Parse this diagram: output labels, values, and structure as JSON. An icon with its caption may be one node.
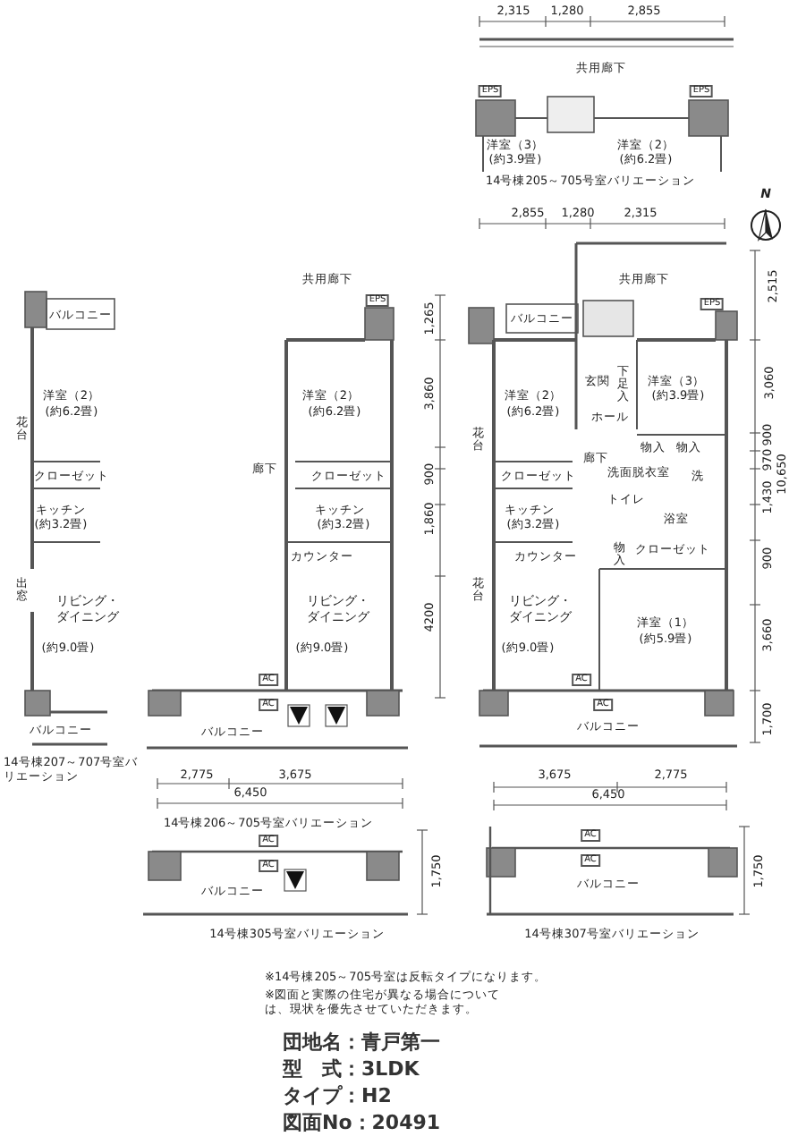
{
  "diagram": {
    "labels": [
      "2,315",
      "1,280",
      "2,855",
      "共用廊下",
      "EPS",
      "EPS",
      "洋室（3）",
      "(約3.9畳)",
      "洋室（2）",
      "(約6.2畳)",
      "14号棟205～705号室バリエーション",
      "N",
      "2,855",
      "1,280",
      "2,315",
      "バルコニー",
      "共用廊下",
      "共用廊下",
      "2,515",
      "1,265",
      "EPS",
      "バルコニー",
      "EPS",
      "洋室（2）",
      "(約6.2畳)",
      "洋室（2）",
      "(約6.2畳)",
      "3,860",
      "洋室（2）",
      "(約6.2畳)",
      "玄関",
      "下足入",
      "洋室（3）",
      "(約3.9畳)",
      "3,060",
      "花台",
      "ホール",
      "花台",
      "物入",
      "物入",
      "900",
      "970",
      "10,650",
      "廊下",
      "廊下",
      "クローゼット",
      "クローゼット",
      "900",
      "クローゼット",
      "洗面脱衣室",
      "洗",
      "1,430",
      "トイレ",
      "キッチン",
      "(約3.2畳)",
      "キッチン",
      "(約3.2畳)",
      "1,860",
      "キッチン",
      "(約3.2畳)",
      "浴室",
      "カウンター",
      "カウンター",
      "物入",
      "クローゼット",
      "900",
      "出窓",
      "花台",
      "リビング・ダイニング",
      "(約9.0畳)",
      "リビング・ダイニング",
      "(約9.0畳)",
      "4200",
      "リビング・ダイニング",
      "(約9.0畳)",
      "洋室（1）",
      "(約5.9畳)",
      "3,660",
      "AC",
      "AC",
      "AC",
      "AC",
      "バルコニー",
      "バルコニー",
      "バルコニー",
      "1,700",
      "14号棟207～707号室バリエーション",
      "2,775",
      "3,675",
      "3,675",
      "2,775",
      "6,450",
      "6,450",
      "14号棟206～705号室バリエーション",
      "AC",
      "AC",
      "AC",
      "AC",
      "バルコニー",
      "バルコニー",
      "1,750",
      "1,750",
      "14号棟305号室バリエーション",
      "14号棟307号室バリエーション",
      "※14号棟205～705号室は反転タイプになります。",
      "※図面と実際の住宅が異なる場合については、現状を優先させていただきます。",
      "団地名：青戸第一",
      "型　式：3LDK",
      "タイプ：H2",
      "図面No：20491"
    ]
  }
}
